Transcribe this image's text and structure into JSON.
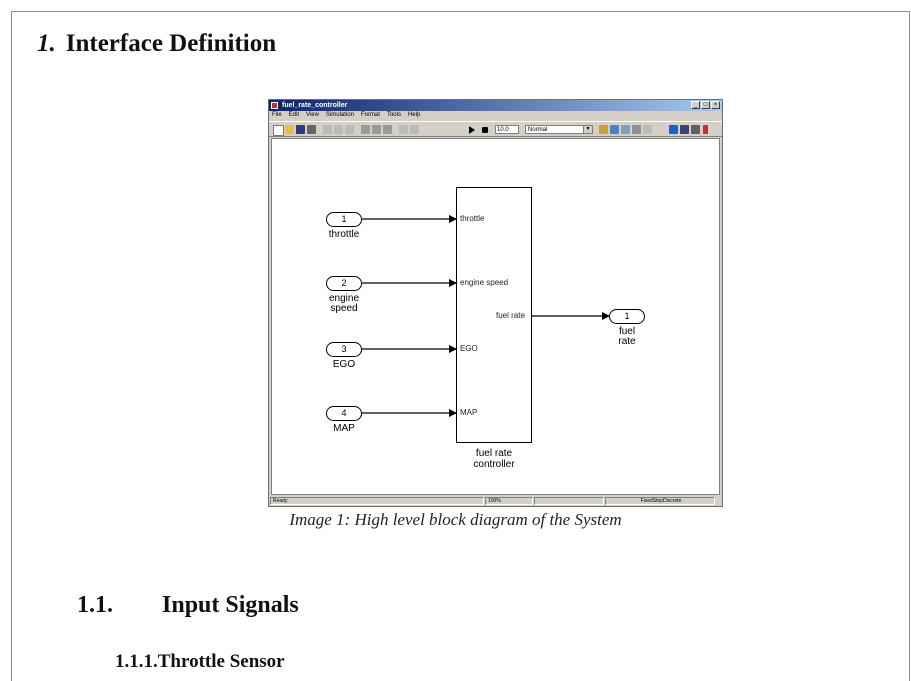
{
  "heading1": {
    "number": "1.",
    "text": "Interface Definition"
  },
  "window": {
    "title": "fuel_rate_controller",
    "buttons": [
      "_",
      "□",
      "×"
    ],
    "menu": [
      "File",
      "Edit",
      "View",
      "Simulation",
      "Format",
      "Tools",
      "Help"
    ],
    "sim_time": "10.0",
    "sim_mode": "Normal",
    "status": {
      "left": "Ready",
      "zoom": "100%",
      "solver": "FixedStepDiscrete"
    }
  },
  "diagram": {
    "inports": [
      {
        "num": "1",
        "label": "throttle"
      },
      {
        "num": "2",
        "label": "engine\nspeed"
      },
      {
        "num": "3",
        "label": "EGO"
      },
      {
        "num": "4",
        "label": "MAP"
      }
    ],
    "subsystem": {
      "inputs": [
        "throttle",
        "engine speed",
        "EGO",
        "MAP"
      ],
      "output": "fuel rate",
      "name": "fuel rate\ncontroller"
    },
    "outport": {
      "num": "1",
      "label": "fuel\nrate"
    }
  },
  "caption": "Image 1: High level block diagram of the System",
  "heading2": {
    "number": "1.1.",
    "text": "Input Signals"
  },
  "heading3": {
    "text": "1.1.1.Throttle Sensor"
  }
}
